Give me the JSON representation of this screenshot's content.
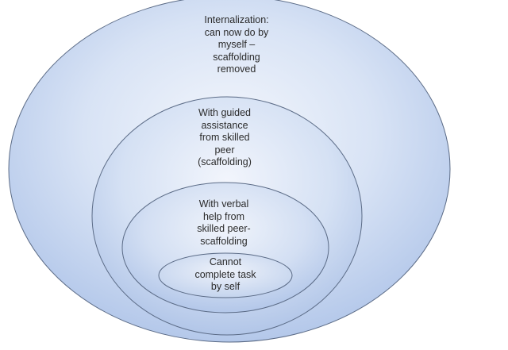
{
  "zones": [
    {
      "id": "outer",
      "text": "Internalization:\ncan now do by\nmyself –\nscaffolding\nremoved"
    },
    {
      "id": "second",
      "text": "With guided\nassistance\nfrom skilled\npeer\n(scaffolding)"
    },
    {
      "id": "third",
      "text": "With verbal\nhelp from\nskilled peer-\nscaffolding"
    },
    {
      "id": "inner",
      "text": "Cannot\ncomplete task\nby self"
    }
  ],
  "colors": {
    "fill_light": "#f1f5fc",
    "fill_dark": "#b9ccec",
    "outline": "#5b6b86"
  }
}
